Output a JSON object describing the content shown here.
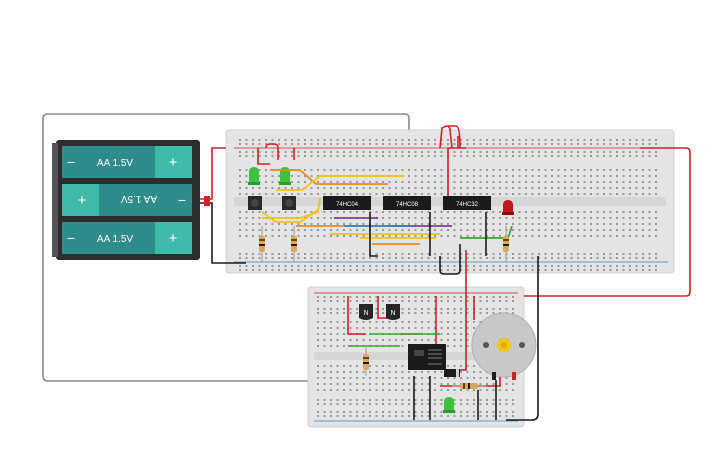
{
  "battery": {
    "cells": [
      {
        "label": "AA 1.5V",
        "minus": "−",
        "plus": "+",
        "flipped": false
      },
      {
        "label": "AA 1.5V",
        "minus": "−",
        "plus": "+",
        "flipped": true
      },
      {
        "label": "AA 1.5V",
        "minus": "−",
        "plus": "+",
        "flipped": false
      }
    ]
  },
  "chips": [
    {
      "label": "74HC04"
    },
    {
      "label": "74HC08"
    },
    {
      "label": "74HC32"
    }
  ],
  "transistors": [
    {
      "label": "N"
    },
    {
      "label": "N"
    }
  ],
  "colors": {
    "board": "#e4e4e4",
    "battery_case": "#2d2d2d",
    "battery_cell": "#2f8c8c",
    "battery_cap": "#3fb9a8",
    "wire_red": "#d4202a",
    "wire_black": "#1c1c1c",
    "wire_gray": "#8a8a8a",
    "wire_yellow": "#f0c419",
    "wire_orange": "#f08a1c",
    "wire_purple": "#7a3f9e",
    "wire_blue": "#2f84c8",
    "wire_green": "#3aa63a",
    "led_green": "#3ec23e",
    "led_red": "#c0171f",
    "chip": "#1b1b1b"
  }
}
